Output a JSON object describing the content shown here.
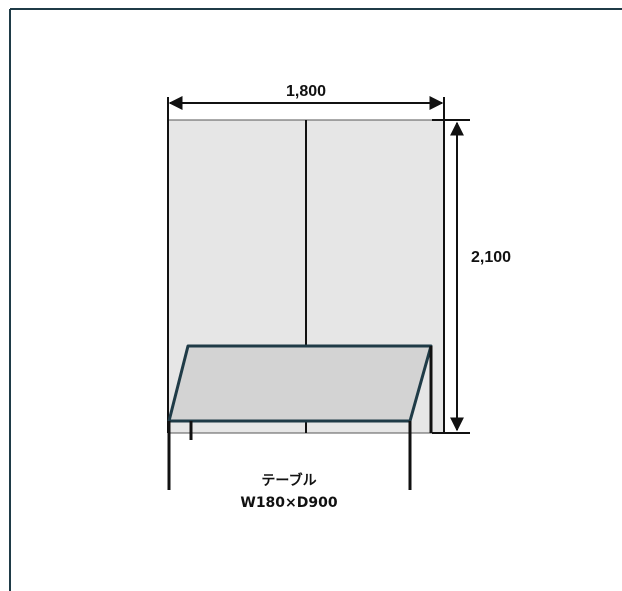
{
  "drawing": {
    "width_dimension": "1,800",
    "height_dimension": "2,100",
    "table_label_line1": "テーブル",
    "table_label_line2": "W180×D900"
  },
  "colors": {
    "frame_border": "#1f3b47",
    "panel_fill": "#e6e6e6",
    "table_top_fill": "#d3d3d3",
    "line": "#111111"
  }
}
